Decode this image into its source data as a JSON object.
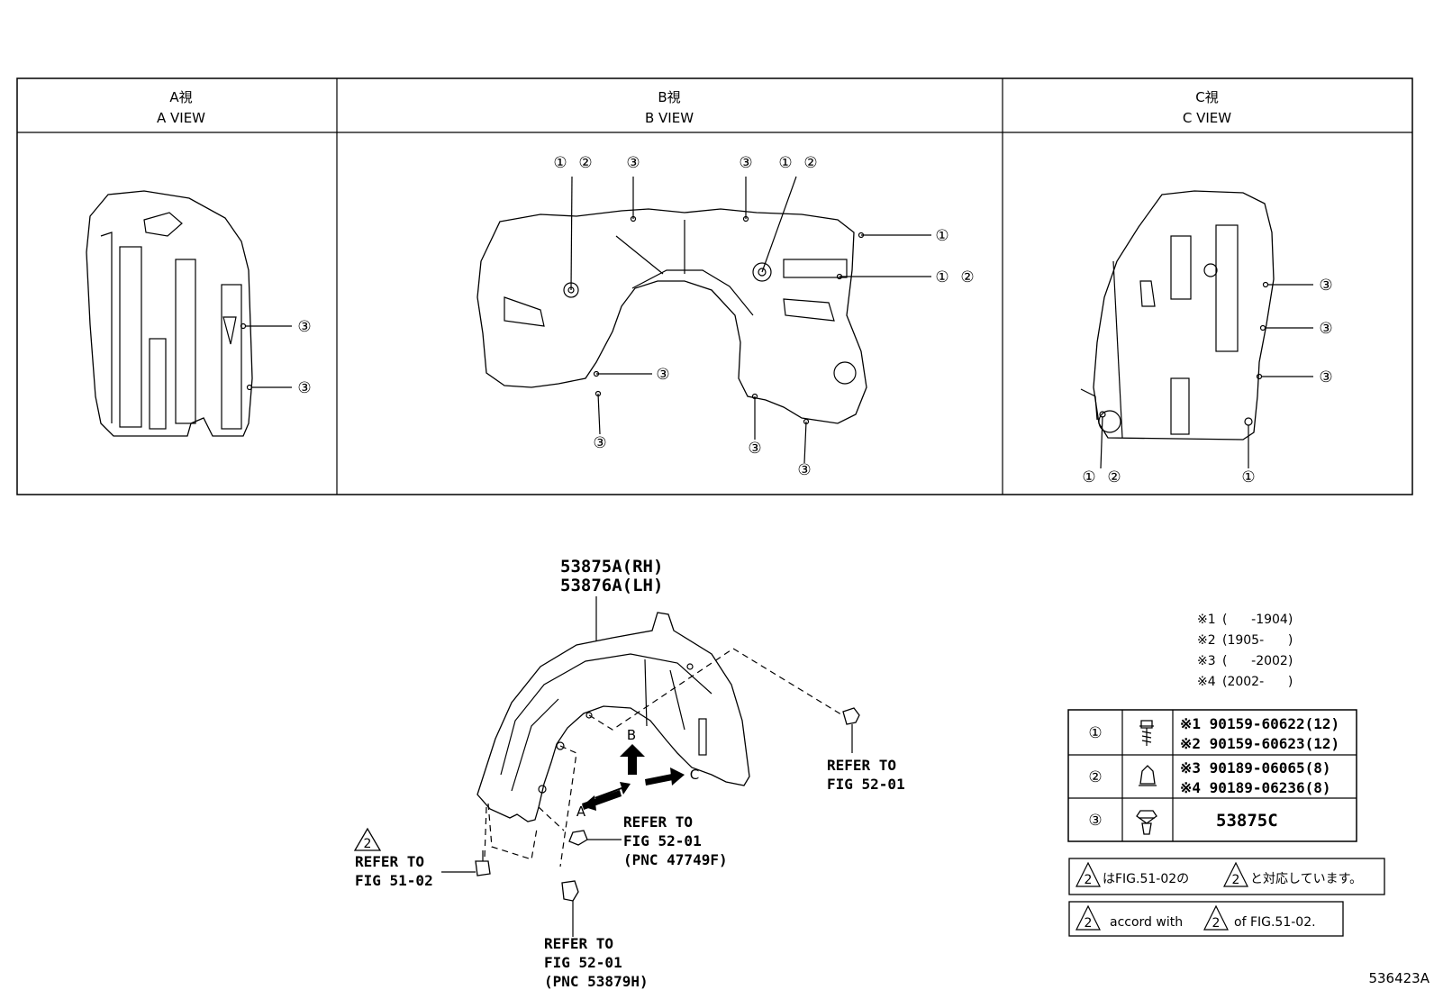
{
  "views": [
    {
      "title_jp": "A視",
      "title_en": "A VIEW"
    },
    {
      "title_jp": "B視",
      "title_en": "B VIEW"
    },
    {
      "title_jp": "C視",
      "title_en": "C VIEW"
    }
  ],
  "callouts": {
    "one": "①",
    "two": "②",
    "three": "③"
  },
  "main_part": {
    "rh": "53875A(RH)",
    "lh": "53876A(LH)"
  },
  "direction_labels": {
    "a": "A",
    "b": "B",
    "c": "C"
  },
  "refs": {
    "refer_to": "REFER TO",
    "fig_52_01": "FIG 52-01",
    "fig_51_02": "FIG 51-02",
    "pnc_47749f": "(PNC 47749F)",
    "pnc_53879h": "(PNC 53879H)",
    "note_mark": "2"
  },
  "periods": [
    {
      "mark": "※1",
      "range": "(      -1904)"
    },
    {
      "mark": "※2",
      "range": "(1905-      )"
    },
    {
      "mark": "※3",
      "range": "(      -2002)"
    },
    {
      "mark": "※4",
      "range": "(2002-      )"
    }
  ],
  "parts_table": [
    {
      "num": "①",
      "icon": "screw-icon",
      "lines": [
        "※1 90159-60622(12)",
        "※2 90159-60623(12)"
      ]
    },
    {
      "num": "②",
      "icon": "nut-icon",
      "lines": [
        "※3 90189-06065(8)",
        "※4 90189-06236(8)"
      ]
    },
    {
      "num": "③",
      "icon": "clip-icon",
      "lines": [
        "53875C"
      ]
    }
  ],
  "notes": {
    "jp_a": "はFIG.51-02の",
    "jp_b": "と対応しています。",
    "en_a": "accord with",
    "en_b": "of FIG.51-02.",
    "mark": "2"
  },
  "figure_id": "536423A"
}
